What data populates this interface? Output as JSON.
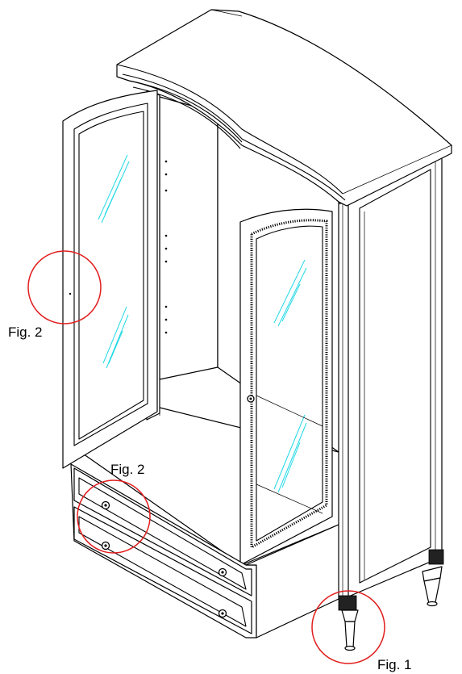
{
  "labels": {
    "fig2_left": "Fig. 2",
    "fig2_drawers": "Fig. 2",
    "fig1_foot": "Fig. 1"
  },
  "colors": {
    "callout_circle": "#e21d1d",
    "glass_highlight": "#21d9e6",
    "line": "#000000"
  }
}
